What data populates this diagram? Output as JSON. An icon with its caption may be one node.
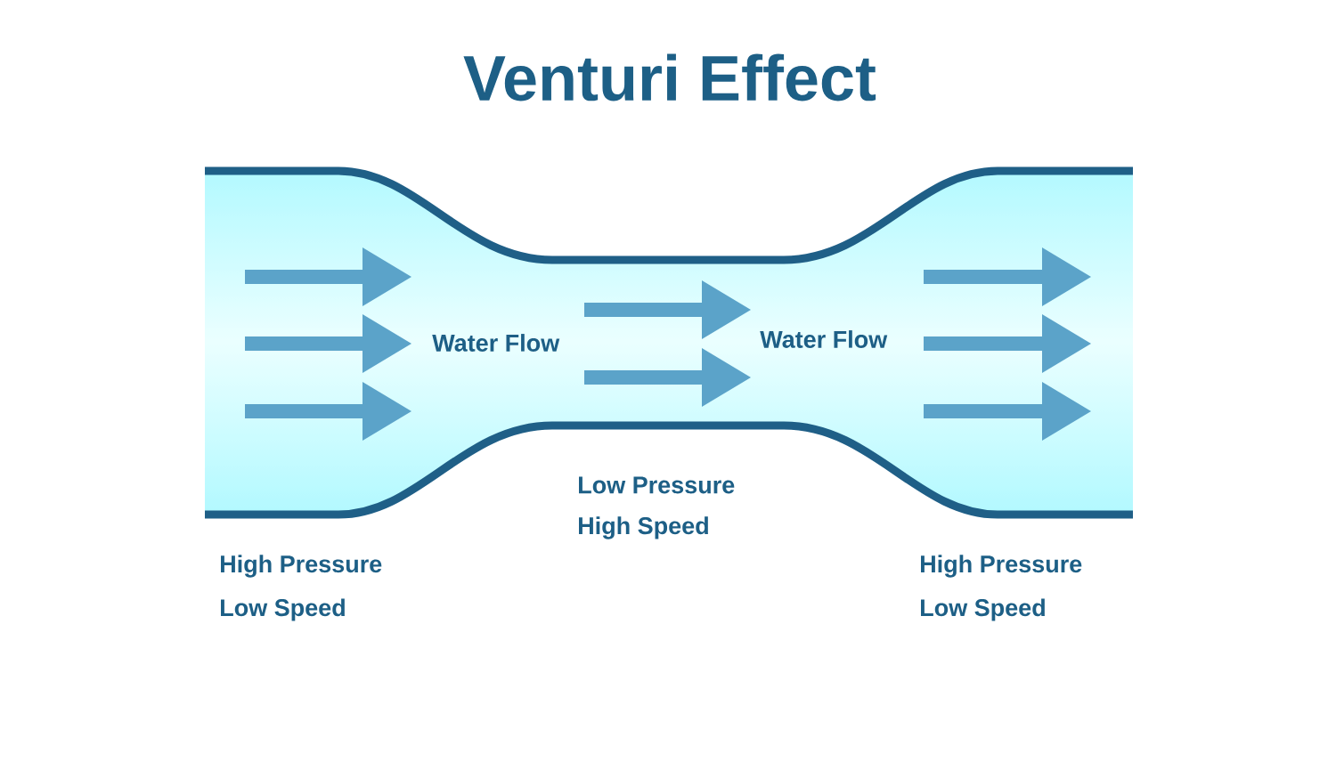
{
  "diagram": {
    "title": "Venturi Effect",
    "labels": [
      "Water Flow",
      "Water Flow",
      "Low Pressure",
      "High Speed",
      "High Pressure",
      "Low Speed",
      "High Pressure",
      "Low Speed"
    ]
  }
}
